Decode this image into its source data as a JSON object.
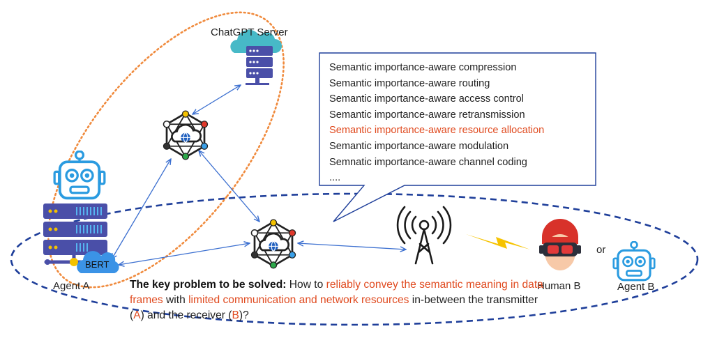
{
  "labels": {
    "chatgpt_server": "ChatGPT Server",
    "agent_a": "Agent A",
    "bert": "BERT",
    "human_b": "Human B",
    "or": "or",
    "agent_b": "Agent B"
  },
  "callout": {
    "items": [
      "Semantic importance-aware compression",
      "Semantic importance-aware routing",
      "Semantic importance-aware access control",
      "Semantic importance-aware retransmission",
      "Semantic importance-aware resource allocation",
      "Semantic importance-aware modulation",
      "Semnatic importance-aware channel coding",
      "...."
    ],
    "highlight_index": 4
  },
  "problem": {
    "key": "The key problem to be solved:",
    "t1": " How to ",
    "r1": "reliably convey the semantic meaning in data frames",
    "t2": " with ",
    "r2": "limited communication and network resources",
    "t3": " in-between the transmitter (",
    "a": "A",
    "t4": ") and the receiver (",
    "b": "B",
    "t5": ")?"
  },
  "colors": {
    "accent_red": "#e04a1f",
    "orange_ellipse": "#f08a3c",
    "blue_ellipse": "#1f3f9a",
    "arrow_blue": "#3b6fd0",
    "robot_blue": "#2a9be0",
    "server_purple": "#4a4fa8",
    "bolt_yellow": "#f6c300"
  }
}
